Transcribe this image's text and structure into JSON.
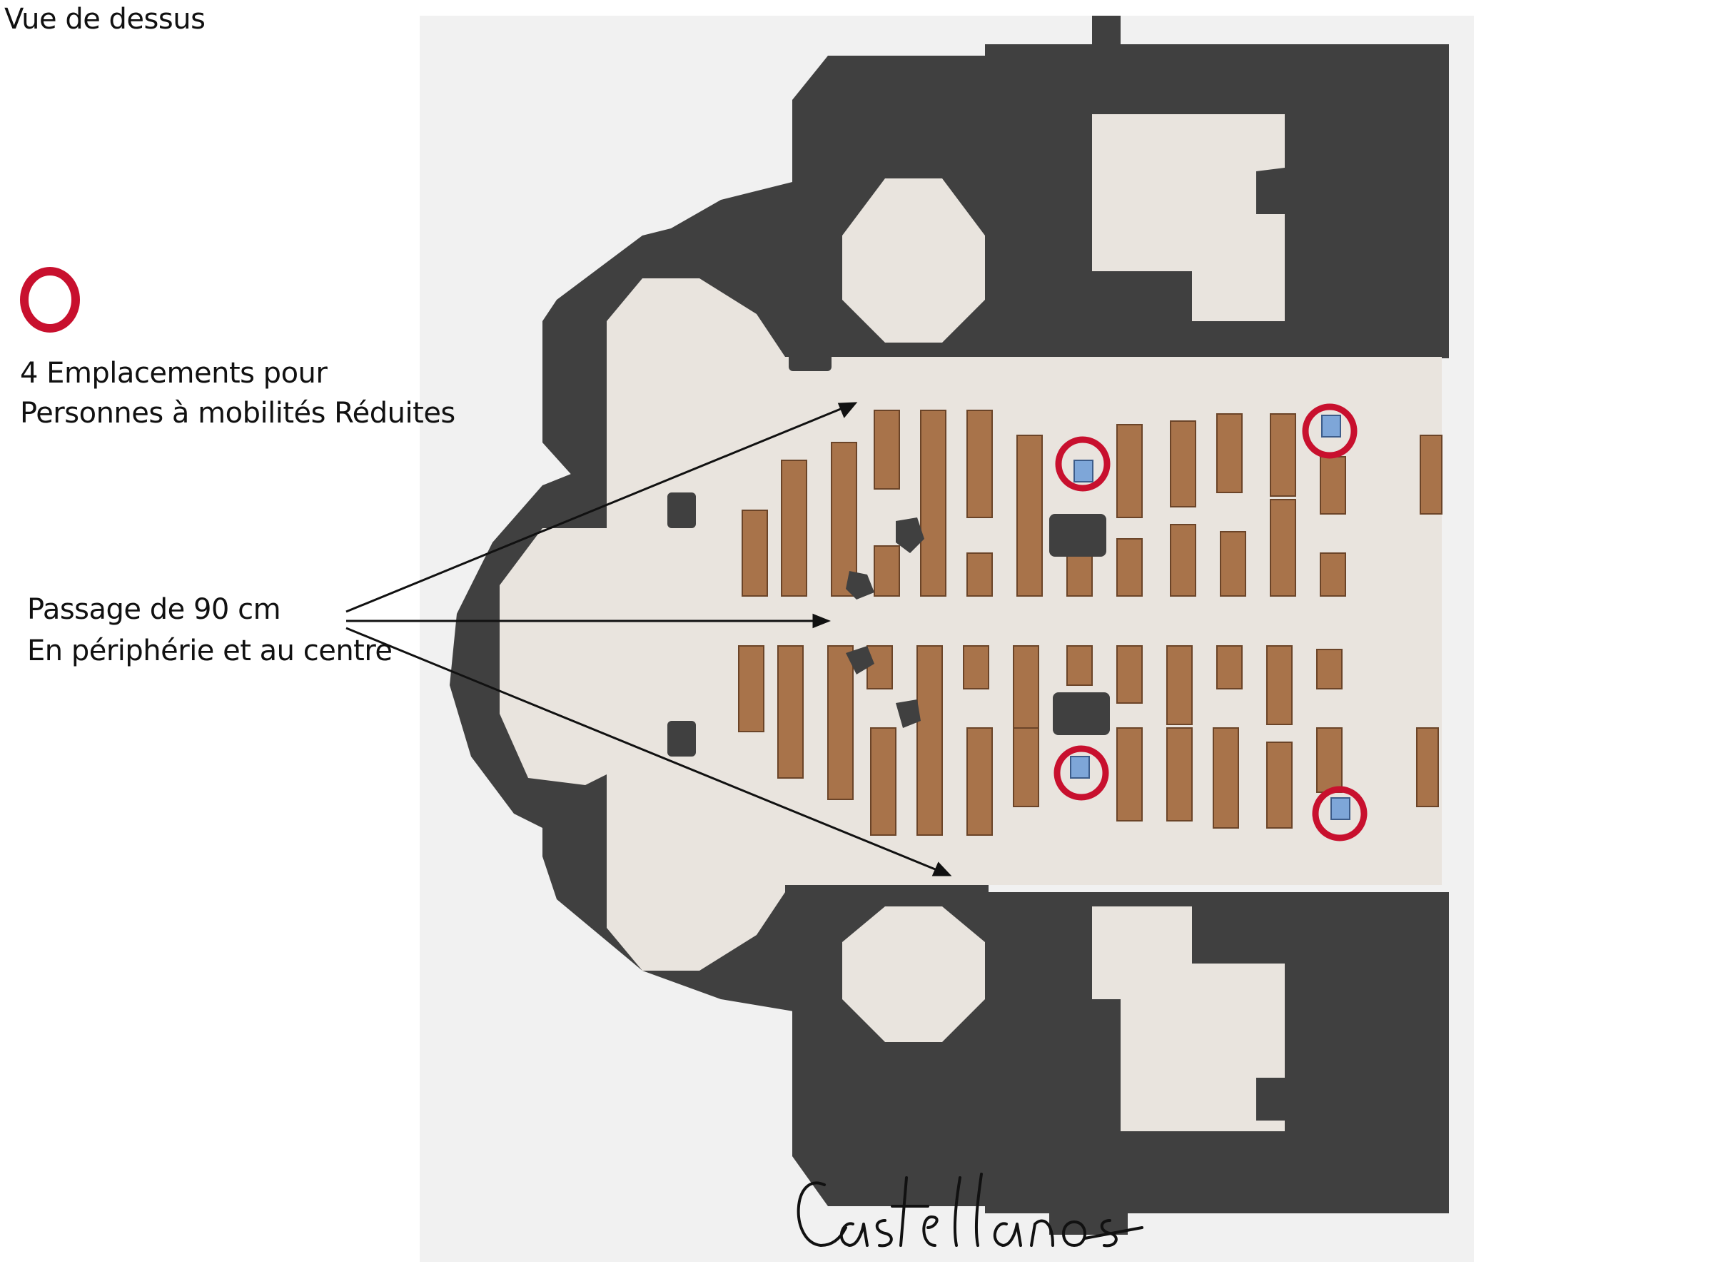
{
  "view_label": "Vue de dessus",
  "legend": {
    "symbol": "red-circle-icon",
    "line1": "4 Emplacements  pour",
    "line2": "Personnes à mobilités  Réduites"
  },
  "passage": {
    "line1": "Passage de 90 cm",
    "line2": "En périphérie et au centre"
  },
  "signature": "Castellanos",
  "colors": {
    "wall": "#404040",
    "floor": "#e9e4de",
    "background": "#f1f1f1",
    "pew": "#a8734a",
    "wheelchair": "#7ea6d8",
    "marker": "#c8102e"
  },
  "accessible_spots_count": 4
}
